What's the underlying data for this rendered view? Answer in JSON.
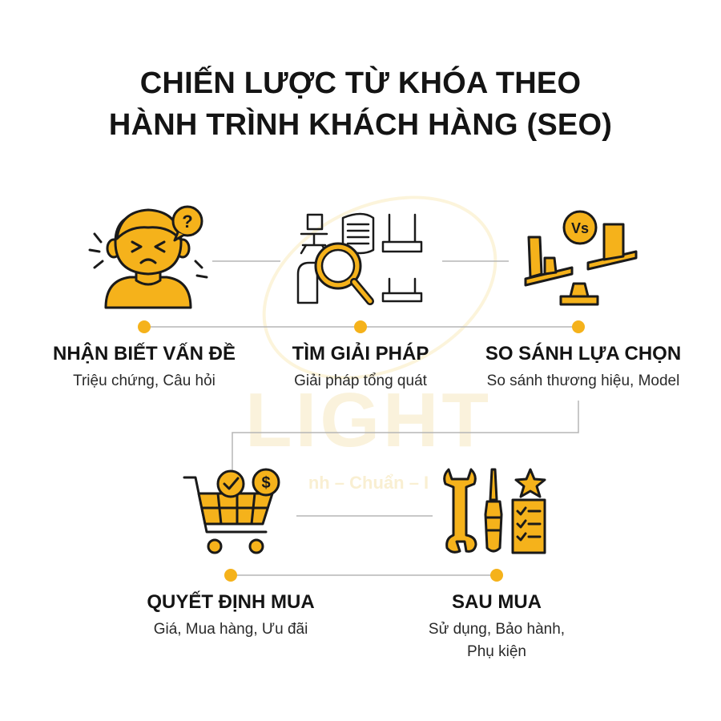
{
  "title": {
    "line1": "CHIẾN LƯỢC TỪ KHÓA THEO",
    "line2": "HÀNH TRÌNH KHÁCH HÀNG (SEO)"
  },
  "watermark": {
    "brand": "LIGHT",
    "tagline": "nh – Chuẩn – I"
  },
  "stages": [
    {
      "name": "NHẬN BIẾT VẤN ĐỀ",
      "keywords": "Triệu chứng, Câu hỏi",
      "icon": "confused-person-icon"
    },
    {
      "name": "TÌM GIẢI PHÁP",
      "keywords": "Giải pháp tổng quát",
      "icon": "magnifier-products-icon"
    },
    {
      "name": "SO SÁNH LỰA CHỌN",
      "keywords": "So sánh thương hiệu, Model",
      "icon": "compare-scale-icon"
    },
    {
      "name": "QUYẾT ĐỊNH MUA",
      "keywords": "Giá, Mua hàng, Ưu đãi",
      "icon": "shopping-cart-icon"
    },
    {
      "name": "SAU MUA",
      "keywords_line1": "Sử dụng, Bảo hành,",
      "keywords_line2": "Phụ kiện",
      "icon": "tools-checklist-icon"
    }
  ],
  "icon_labels": {
    "question": "?",
    "vs": "Vs",
    "dollar": "$"
  },
  "colors": {
    "accent": "#f5b21b",
    "outline": "#1a1a1a",
    "connector": "#b5b5b5",
    "text": "#141414"
  }
}
